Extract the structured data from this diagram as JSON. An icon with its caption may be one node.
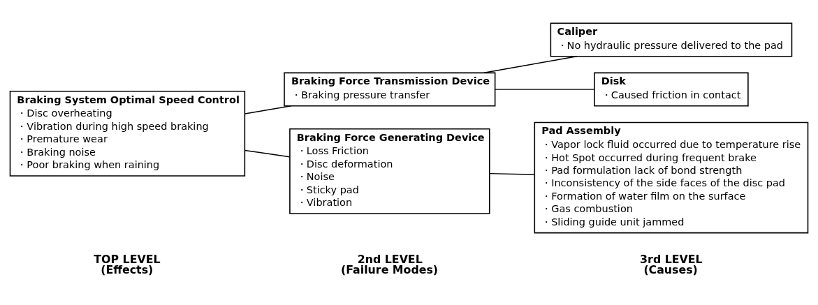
{
  "diagram": {
    "nodes": [
      {
        "text": [
          "Braking System Optimal Speed Control",
          "・Disc overheating",
          "・Vibration during high speed braking",
          "・Premature wear",
          "・Braking noise",
          "・Poor braking when raining"
        ]
      },
      {
        "text": [
          "Braking Force Transmission Device",
          "・Braking pressure transfer"
        ]
      },
      {
        "text": [
          "Braking Force Generating Device",
          "・Loss Friction",
          "・Disc deformation",
          "・Noise",
          "・Sticky pad",
          "・Vibration"
        ]
      },
      {
        "text": [
          "Caliper",
          "・No hydraulic pressure delivered to the pad"
        ]
      },
      {
        "text": [
          "Disk",
          "・Caused friction in contact"
        ]
      },
      {
        "text": [
          "Pad Assembly",
          "・Vapor lock fluid occurred due to temperature rise",
          "・Hot Spot occurred during frequent brake",
          "・Pad formulation lack of bond strength",
          "・Inconsistency of the side faces of the disc pad",
          "・Formation of water film on the surface",
          "・Gas combustion",
          "・Sliding guide unit jammed"
        ]
      }
    ],
    "edges": [
      {
        "from": 0,
        "to": 1,
        "arrow": "none"
      },
      {
        "from": 0,
        "to": 2,
        "arrow": "none"
      },
      {
        "from": 1,
        "to": 3,
        "arrow": "none"
      },
      {
        "from": 1,
        "to": 4,
        "arrow": "none"
      },
      {
        "from": 2,
        "to": 5,
        "arrow": "none"
      }
    ],
    "labels": [
      "TOP LEVEL (Effects)",
      "2nd LEVEL (Failure Modes)",
      "3rd LEVEL (Causes)"
    ]
  }
}
